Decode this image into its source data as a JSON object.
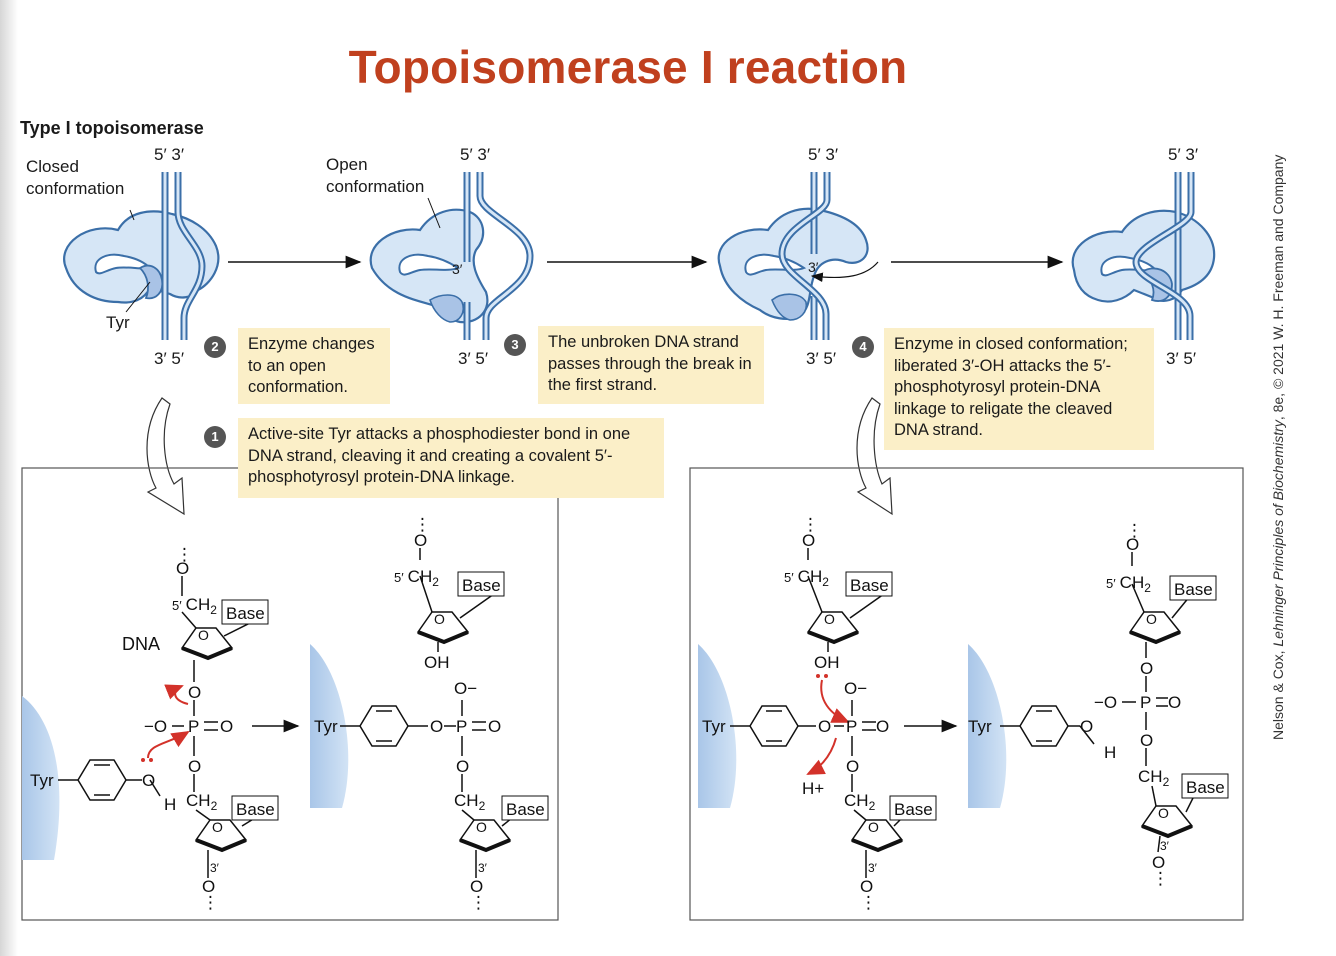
{
  "title": "Topoisomerase I reaction",
  "subtitle": "Type I topoisomerase",
  "panel_labels": {
    "closed": "Closed conformation",
    "open": "Open conformation",
    "tyr": "Tyr"
  },
  "strand_ends": {
    "top": "5′ 3′",
    "bottom": "3′ 5′",
    "prime3": "3′"
  },
  "steps": [
    {
      "num": "1",
      "text": "Active-site Tyr attacks a phosphodiester bond in one DNA strand, cleaving it and creating a covalent 5′-phosphotyrosyl protein-DNA linkage."
    },
    {
      "num": "2",
      "text": "Enzyme changes to an open conformation."
    },
    {
      "num": "3",
      "text": "The unbroken DNA strand passes through the break in the first strand."
    },
    {
      "num": "4",
      "text": "Enzyme in closed conformation; liberated 3′-OH attacks the 5′-phosphotyrosyl protein-DNA linkage to religate the cleaved DNA strand."
    }
  ],
  "chem_labels": {
    "dna": "DNA",
    "base": "Base",
    "tyr": "Tyr",
    "ch2": "CH",
    "sub2": "2",
    "five_prime": "5′",
    "three_prime": "3′",
    "o": "O",
    "o_minus": "−O",
    "o_minus_top": "O−",
    "p": "P",
    "oh": "OH",
    "h": "H",
    "h_plus": "H+",
    "dots": "⋮"
  },
  "credit": {
    "prefix": "Nelson & Cox, ",
    "book": "Lehninger Principles of Biochemistry",
    "suffix": ", 8e, © 2021 W. H. Freeman and Company"
  },
  "colors": {
    "title": "#c0401e",
    "enzyme_fill": "#d6e6f6",
    "enzyme_stroke": "#3b6fa8",
    "strand": "#4a7fb8",
    "callout_bg": "#fbefc8",
    "arrow_red": "#d3322a",
    "protein_slab": "#b9d2ee"
  }
}
